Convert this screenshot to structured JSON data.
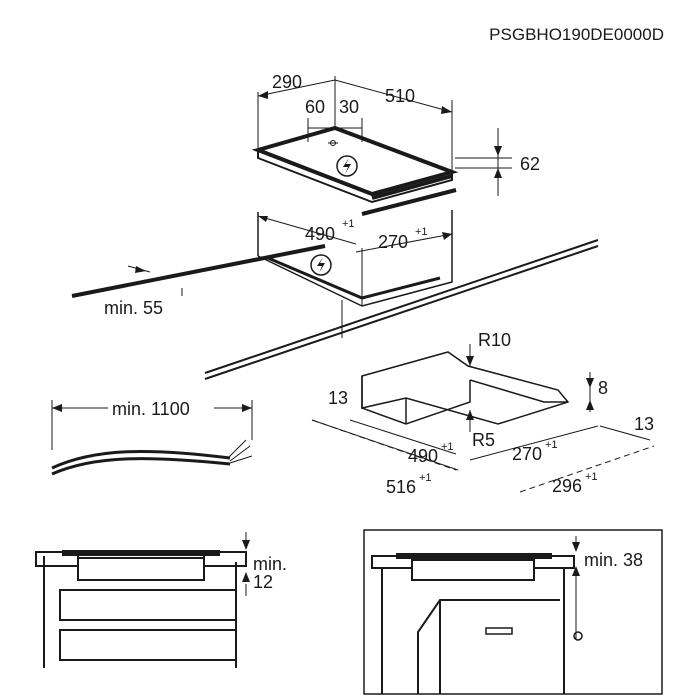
{
  "header": {
    "model_code": "PSGBHO190DE0000D"
  },
  "hob_top": {
    "width_left": "290",
    "width_right": "510",
    "inner_left": "60",
    "inner_right": "30",
    "height": "62"
  },
  "cutout": {
    "width": "490",
    "width_tol": "+1",
    "depth": "270",
    "depth_tol": "+1",
    "min_front": "min. 55"
  },
  "cable": {
    "length_label": "min. 1100"
  },
  "frame": {
    "radius_outer": "R10",
    "radius_inner": "R5",
    "edge_left": "13",
    "edge_right": "13",
    "step": "8",
    "inner_w": "490",
    "inner_w_tol": "+1",
    "inner_d": "270",
    "inner_d_tol": "+1",
    "outer_w": "516",
    "outer_w_tol": "+1",
    "outer_d": "296",
    "outer_d_tol": "+1"
  },
  "install_left": {
    "min_label": "min.",
    "value": "12"
  },
  "install_right": {
    "min_label": "min. 38"
  },
  "icons": [
    "electric-symbol-icon"
  ]
}
